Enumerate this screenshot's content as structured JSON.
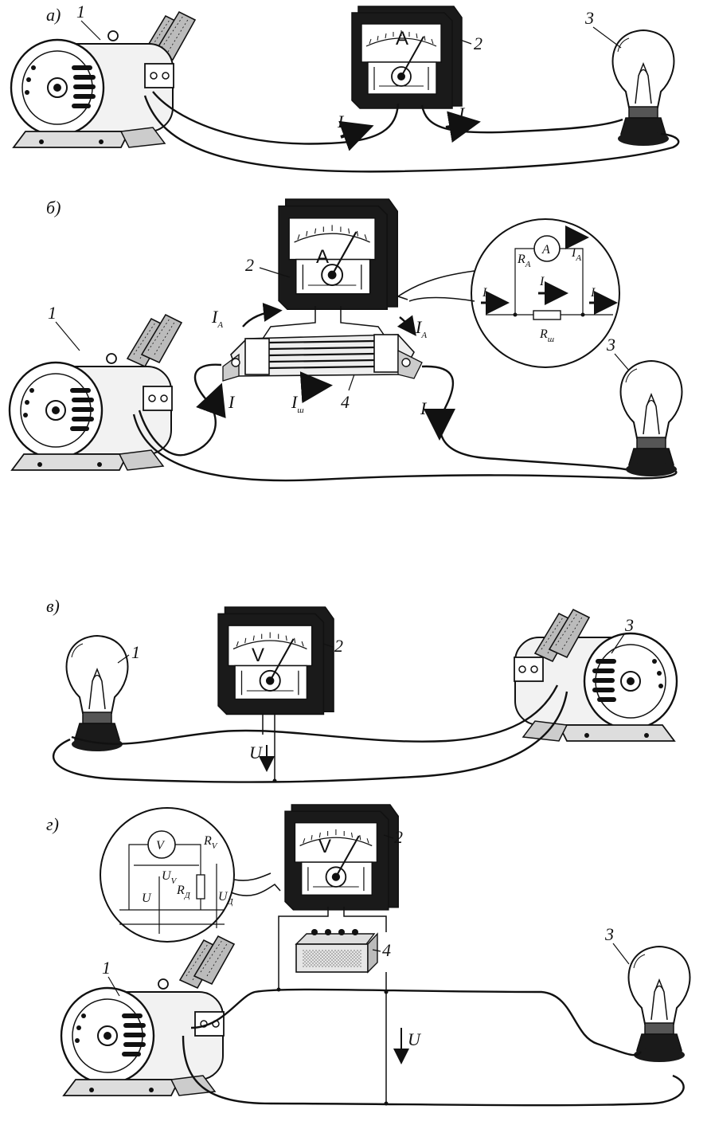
{
  "panels": {
    "a": {
      "tag": "а)",
      "motor_num": "1",
      "meter_num": "2",
      "lamp_num": "3",
      "meter_letter": "A",
      "current_left": "I",
      "current_right": "I"
    },
    "b": {
      "tag": "б)",
      "motor_num": "1",
      "meter_num": "2",
      "lamp_num": "3",
      "shunt_num": "4",
      "meter_letter": "A",
      "current_in": "I",
      "current_out": "I",
      "current_meter_left": "I",
      "current_meter_left_sub": "A",
      "current_meter_right": "I",
      "current_meter_right_sub": "A",
      "current_shunt": "I",
      "current_shunt_sub": "ш",
      "inset": {
        "meter_letter": "A",
        "ra": "R",
        "ra_sub": "A",
        "ia": "I",
        "ia_sub": "A",
        "ish": "I",
        "ish_sub": "ш",
        "i_left": "I",
        "i_right": "I",
        "rsh": "R",
        "rsh_sub": "ш"
      }
    },
    "c": {
      "tag": "в)",
      "lamp_num": "1",
      "meter_num": "2",
      "motor_num": "3",
      "meter_letter": "V",
      "voltage": "U"
    },
    "d": {
      "tag": "г)",
      "motor_num": "1",
      "meter_num": "2",
      "lamp_num": "3",
      "resistor_num": "4",
      "meter_letter": "V",
      "voltage": "U",
      "inset": {
        "meter_letter": "V",
        "rv": "R",
        "rv_sub": "V",
        "uv": "U",
        "uv_sub": "V",
        "rd": "R",
        "rd_sub": "Д",
        "ud": "U",
        "ud_sub": "Д",
        "u": "U"
      }
    }
  }
}
